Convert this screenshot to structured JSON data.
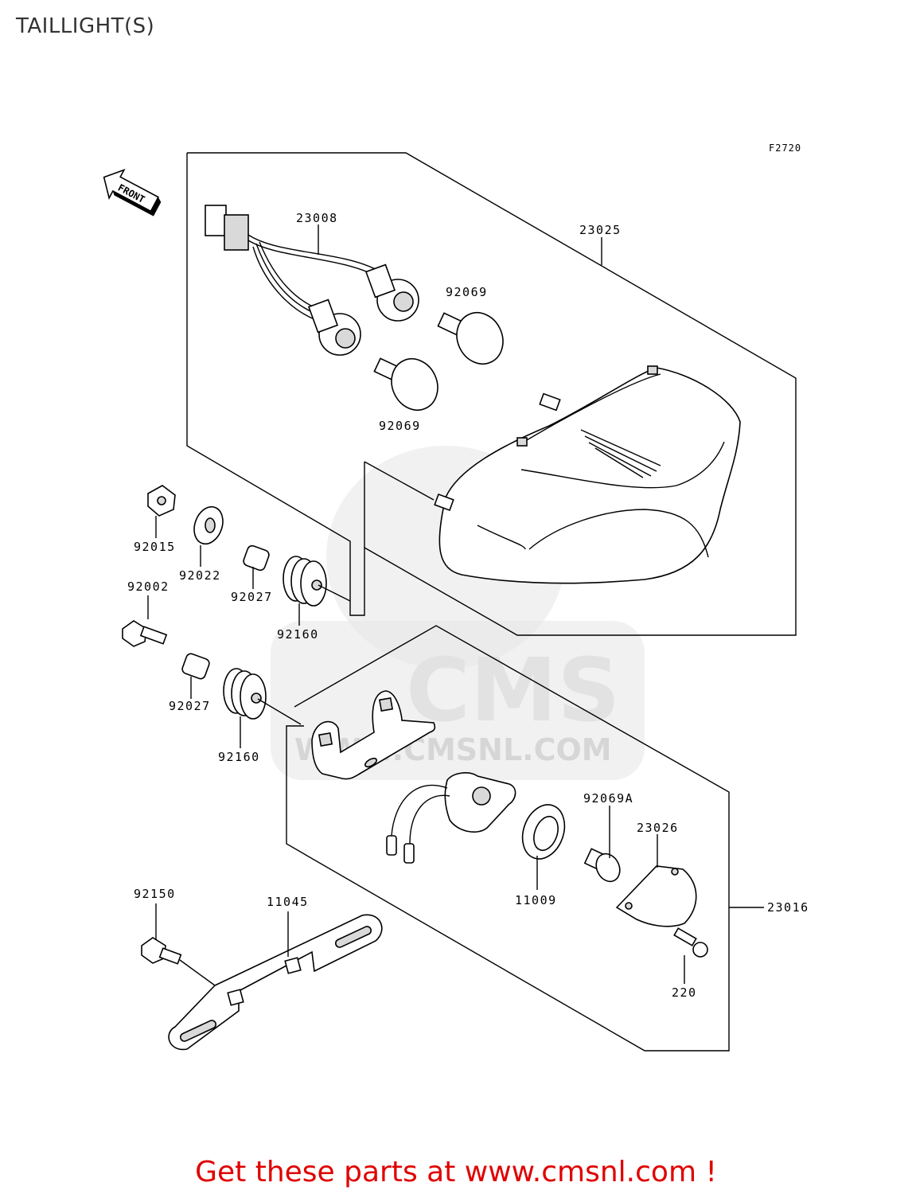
{
  "title": "TAILLIGHT(S)",
  "figure_code": "F2720",
  "front_label": "FRONT",
  "watermark": {
    "brand": "CMS",
    "url": "WWW.CMSNL.COM"
  },
  "part_labels": {
    "p23008": "23008",
    "p23025": "23025",
    "p92069_upper": "92069",
    "p92069_lower": "92069",
    "p92015": "92015",
    "p92022": "92022",
    "p92002": "92002",
    "p92027_a": "92027",
    "p92160_a": "92160",
    "p92027_b": "92027",
    "p92160_b": "92160",
    "p92069A": "92069A",
    "p23026": "23026",
    "p11009": "11009",
    "p23016": "23016",
    "p92150": "92150",
    "p11045": "11045",
    "p220": "220"
  },
  "footer": "Get these parts at www.cmsnl.com !",
  "colors": {
    "footer": "#e00000",
    "line": "#000000",
    "watermark": "#e2e2e2"
  }
}
